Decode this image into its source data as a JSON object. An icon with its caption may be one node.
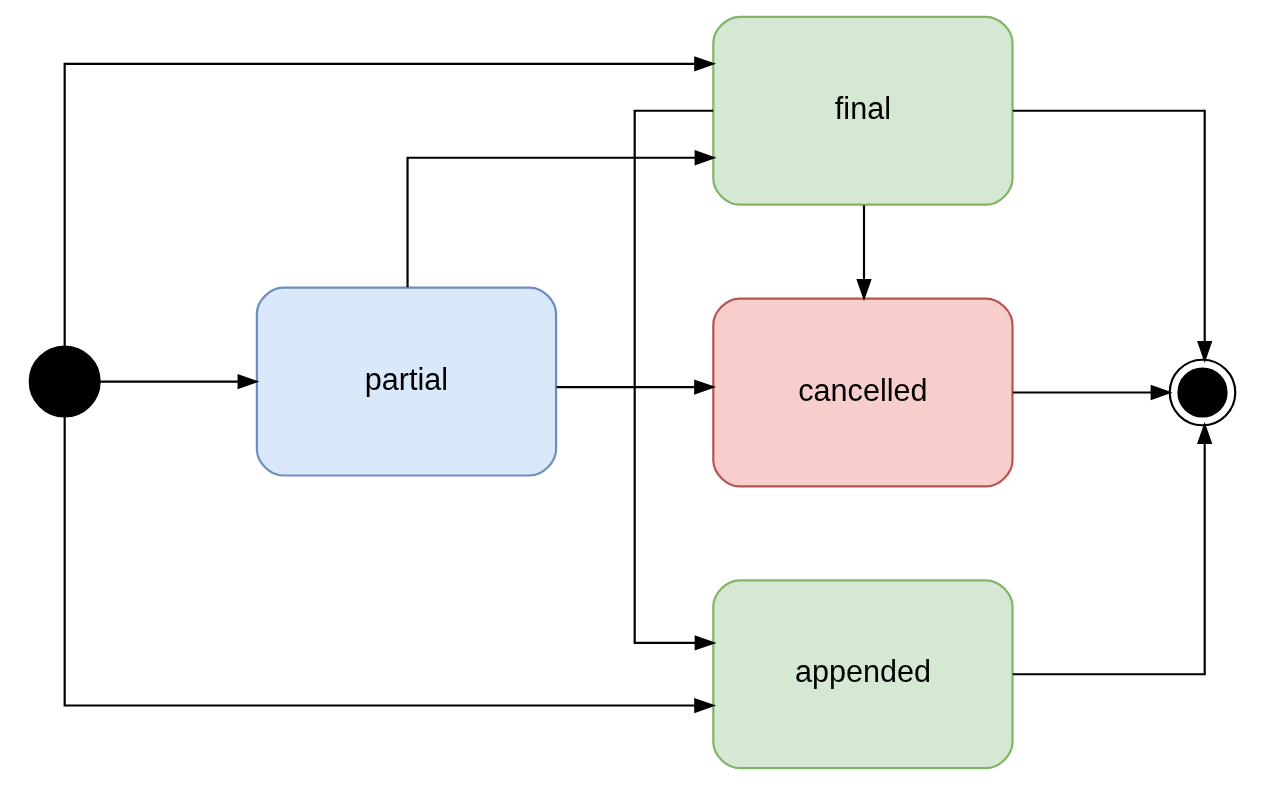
{
  "diagram": {
    "nodes": [
      {
        "text": [],
        "shape": "circle"
      },
      {
        "text": [
          "partial"
        ]
      },
      {
        "text": [
          "final"
        ]
      },
      {
        "text": [
          "appended"
        ]
      },
      {
        "text": [
          "cancelled"
        ]
      },
      {
        "text": [],
        "shape": "circle"
      }
    ],
    "edges": [
      {
        "from": 0,
        "to": 3,
        "arrow": "to"
      },
      {
        "from": 0,
        "to": 2,
        "arrow": "to"
      },
      {
        "from": 0,
        "to": 1,
        "arrow": "to"
      },
      {
        "from": 1,
        "to": 2,
        "arrow": "to"
      },
      {
        "from": 1,
        "to": 4,
        "arrow": "to"
      },
      {
        "from": 2,
        "to": 3,
        "arrow": "to"
      },
      {
        "from": 2,
        "to": 5,
        "arrow": "to"
      },
      {
        "from": 2,
        "to": 4,
        "arrow": "to"
      },
      {
        "from": 3,
        "to": 5,
        "arrow": "to"
      },
      {
        "from": 4,
        "to": 5,
        "arrow": "to"
      }
    ]
  }
}
